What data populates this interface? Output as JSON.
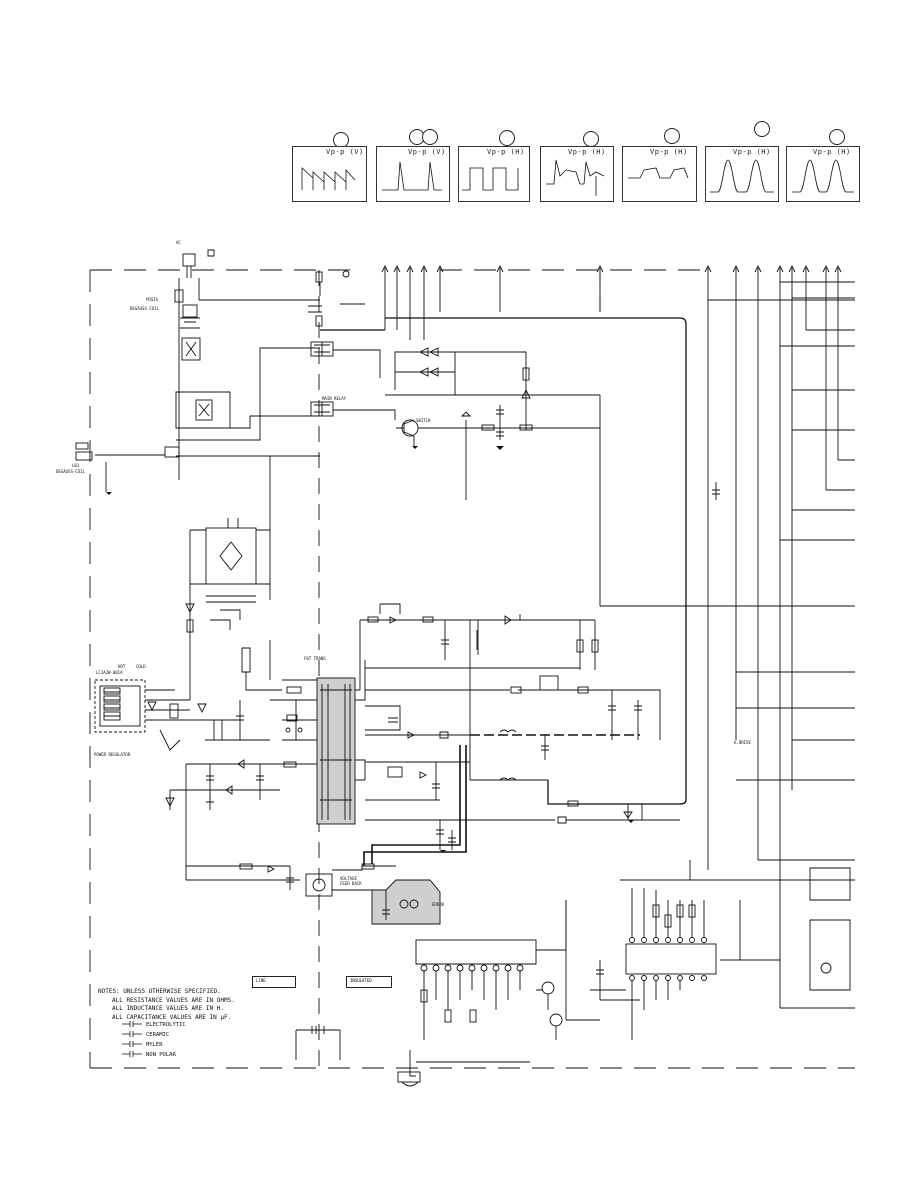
{
  "waveforms": [
    {
      "label": "Vp-p (V)",
      "shape": "sawtooth"
    },
    {
      "label": "Vp-p (V)",
      "shape": "pulse-wide"
    },
    {
      "label": "Vp-p (H)",
      "shape": "square"
    },
    {
      "label": "Vp-p (H)",
      "shape": "spike"
    },
    {
      "label": "Vp-p (H)",
      "shape": "stepped"
    },
    {
      "label": "Vp-p (H)",
      "shape": "bell"
    },
    {
      "label": "Vp-p (H)",
      "shape": "bell"
    }
  ],
  "labels": {
    "ac_plug": "AC",
    "posistor": "POSIS",
    "degauss": "DEGAUSS COIL",
    "l01": "L01",
    "degauss_conn": "DEGAUSS-COIL",
    "power_regulator": "POWER REGULATOR",
    "regulator_ic": "LC3A2W-001A",
    "switch": "SWITCH",
    "main_relay": "MAIN RELAY",
    "fbt": "FBT TRANS",
    "voltage_feedback": "VOLTAGE FEED BACK",
    "error": "ERROR",
    "h_drive": "H.DRIVE",
    "hot_label": "HOT",
    "cold_label": "COLD",
    "line_tag": "LINE",
    "insulated_tag": "INSULATED"
  },
  "notes": {
    "title": "NOTES: UNLESS OTHERWISE SPECIFIED.",
    "line1": "ALL RESISTANCE VALUES ARE IN OHMS.",
    "line2": "ALL INDUCTANCE VALUES ARE IN H.",
    "line3": "ALL CAPACITANCE VALUES ARE IN μF."
  },
  "legend": {
    "electrolytic": "ELECTROLYTIC",
    "ceramic": "CERAMIC",
    "mylar": "MYLER",
    "non_polar": "NON POLAR"
  }
}
